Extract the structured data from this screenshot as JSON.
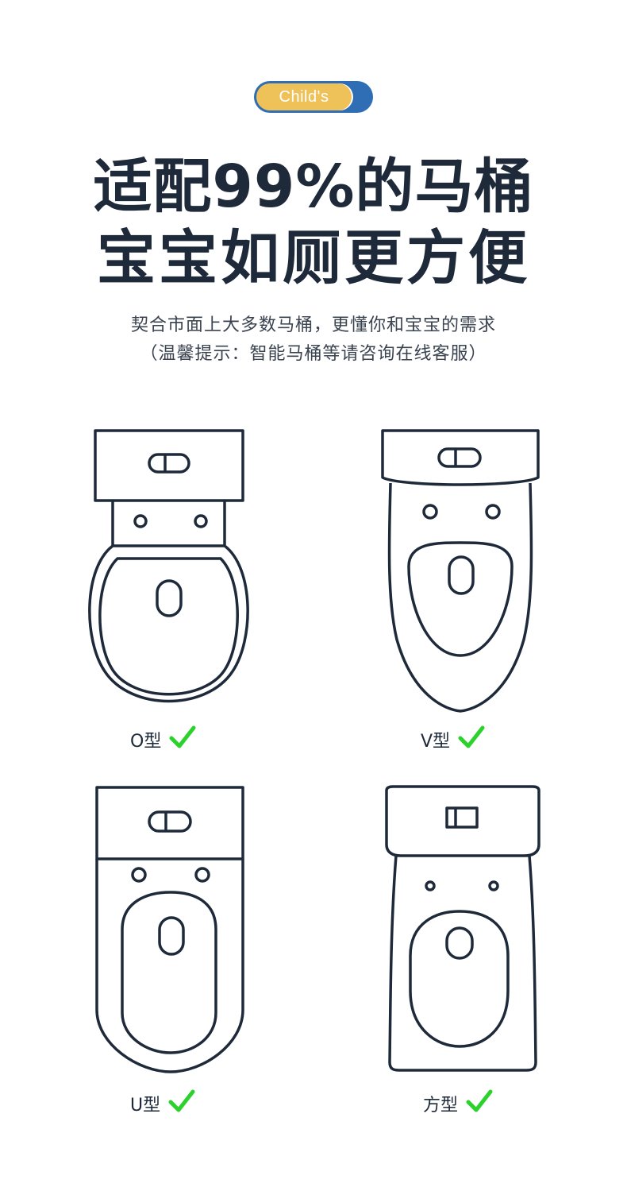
{
  "badge": {
    "label": "Child's"
  },
  "headline": {
    "line1": "适配99%的马桶",
    "line2": "宝宝如厕更方便"
  },
  "subtitle": {
    "line1": "契合市面上大多数马桶，更懂你和宝宝的需求",
    "line2": "（温馨提示：智能马桶等请咨询在线客服）"
  },
  "colors": {
    "ink": "#1e2a3a",
    "badge_blue": "#2f6db5",
    "badge_yellow": "#efc159",
    "check_green": "#2bd22b"
  },
  "toilets": [
    {
      "label": "O型",
      "icon": "check-icon"
    },
    {
      "label": "V型",
      "icon": "check-icon"
    },
    {
      "label": "U型",
      "icon": "check-icon"
    },
    {
      "label": "方型",
      "icon": "check-icon"
    }
  ]
}
